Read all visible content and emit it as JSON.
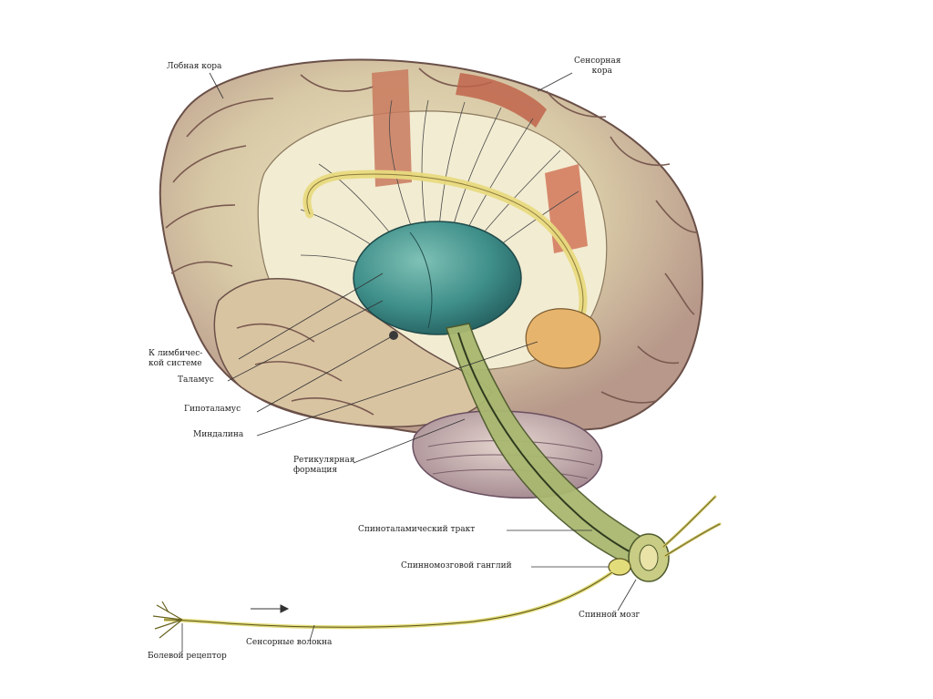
{
  "figure": {
    "labels": {
      "frontal_cortex": "Лобная кора",
      "sensory_cortex_line1": "Сенсорная",
      "sensory_cortex_line2": "кора",
      "to_limbic_line1": "К лимбичес-",
      "to_limbic_line2": "кой системе",
      "thalamus": "Таламус",
      "hypothalamus": "Гипоталамус",
      "amygdala": "Миндалина",
      "reticular_line1": "Ретикулярная",
      "reticular_line2": "формация",
      "spinothalamic_tract": "Спиноталамический тракт",
      "spinal_ganglion": "Спинномозговой ганглий",
      "spinal_cord": "Спинной мозг",
      "sensory_fibers": "Сенсорные волокна",
      "pain_receptor": "Болевой рецептор"
    },
    "colors": {
      "cortex": "#d8c9a6",
      "cortex_shade": "#b79f86",
      "gyri_pink": "#c9a59c",
      "thalamus": "#3f8f8a",
      "tract": "#a9b870",
      "nerve": "#e3dc7a",
      "sensory_strip": "#c0644b",
      "line": "#333333"
    }
  }
}
